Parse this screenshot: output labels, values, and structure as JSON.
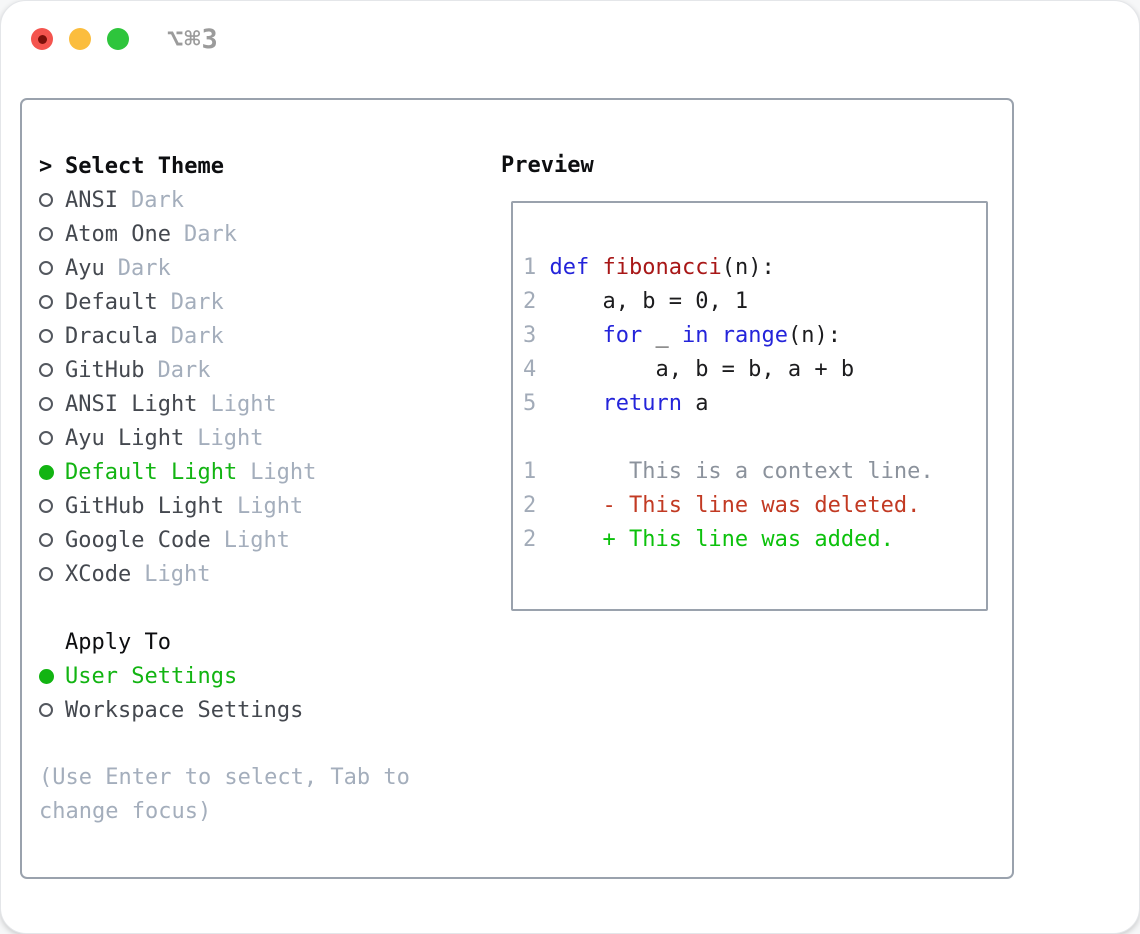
{
  "window": {
    "title": "⌥⌘3"
  },
  "colors": {
    "selection_green": "#12b412",
    "keyword_blue": "#2424da",
    "function_red": "#a81717",
    "plain_code": "#1c1c1e",
    "linenum_gray": "#a2abb8",
    "context_gray": "#8b929c",
    "deleted_red": "#c23a23",
    "added_green": "#0cc10c",
    "muted_gray": "#a4aebc",
    "item_text": "#44484f",
    "heading_text": "#0d0e10",
    "panel_border": "#9aa2ad",
    "title_gray": "#9b9b9b",
    "traffic_red": "#f4544e",
    "traffic_red_dot": "#7c100a",
    "traffic_yellow": "#fbbd3d",
    "traffic_green": "#2ec53c"
  },
  "theme_picker": {
    "cursor": ">",
    "header": "Select Theme",
    "items": [
      {
        "name": "ANSI",
        "variant": "Dark",
        "selected": false
      },
      {
        "name": "Atom One",
        "variant": "Dark",
        "selected": false
      },
      {
        "name": "Ayu",
        "variant": "Dark",
        "selected": false
      },
      {
        "name": "Default",
        "variant": "Dark",
        "selected": false
      },
      {
        "name": "Dracula",
        "variant": "Dark",
        "selected": false
      },
      {
        "name": "GitHub",
        "variant": "Dark",
        "selected": false
      },
      {
        "name": "ANSI Light",
        "variant": "Light",
        "selected": false
      },
      {
        "name": "Ayu Light",
        "variant": "Light",
        "selected": false
      },
      {
        "name": "Default Light",
        "variant": "Light",
        "selected": true
      },
      {
        "name": "GitHub Light",
        "variant": "Light",
        "selected": false
      },
      {
        "name": "Google Code",
        "variant": "Light",
        "selected": false
      },
      {
        "name": "XCode",
        "variant": "Light",
        "selected": false
      }
    ]
  },
  "apply_to": {
    "header": "Apply To",
    "options": [
      {
        "label": "User Settings",
        "selected": true
      },
      {
        "label": "Workspace Settings",
        "selected": false
      }
    ]
  },
  "hint": "(Use Enter to select, Tab to change focus)",
  "preview": {
    "header": "Preview",
    "lines": [
      {
        "tokens": [
          {
            "text": "1 ",
            "color": "linenum"
          },
          {
            "text": "def",
            "color": "keyword"
          },
          {
            "text": " ",
            "color": "plain"
          },
          {
            "text": "fibonacci",
            "color": "function"
          },
          {
            "text": "(n):",
            "color": "plain"
          }
        ]
      },
      {
        "tokens": [
          {
            "text": "2 ",
            "color": "linenum"
          },
          {
            "text": "    a, b = 0, 1",
            "color": "plain"
          }
        ]
      },
      {
        "tokens": [
          {
            "text": "3 ",
            "color": "linenum"
          },
          {
            "text": "    ",
            "color": "plain"
          },
          {
            "text": "for",
            "color": "keyword"
          },
          {
            "text": " _ ",
            "color": "plain"
          },
          {
            "text": "in",
            "color": "keyword"
          },
          {
            "text": " ",
            "color": "plain"
          },
          {
            "text": "range",
            "color": "keyword"
          },
          {
            "text": "(n):",
            "color": "plain"
          }
        ]
      },
      {
        "tokens": [
          {
            "text": "4 ",
            "color": "linenum"
          },
          {
            "text": "        a, b = b, a + b",
            "color": "plain"
          }
        ]
      },
      {
        "tokens": [
          {
            "text": "5 ",
            "color": "linenum"
          },
          {
            "text": "    ",
            "color": "plain"
          },
          {
            "text": "return",
            "color": "keyword"
          },
          {
            "text": " a",
            "color": "plain"
          }
        ]
      },
      {
        "tokens": []
      },
      {
        "tokens": [
          {
            "text": "1",
            "color": "linenum"
          },
          {
            "text": "       This is a context line.",
            "color": "context"
          }
        ]
      },
      {
        "tokens": [
          {
            "text": "2",
            "color": "linenum"
          },
          {
            "text": "     - This line was deleted.",
            "color": "deleted"
          }
        ]
      },
      {
        "tokens": [
          {
            "text": "2",
            "color": "linenum"
          },
          {
            "text": "     + This line was added.",
            "color": "added"
          }
        ]
      }
    ]
  }
}
